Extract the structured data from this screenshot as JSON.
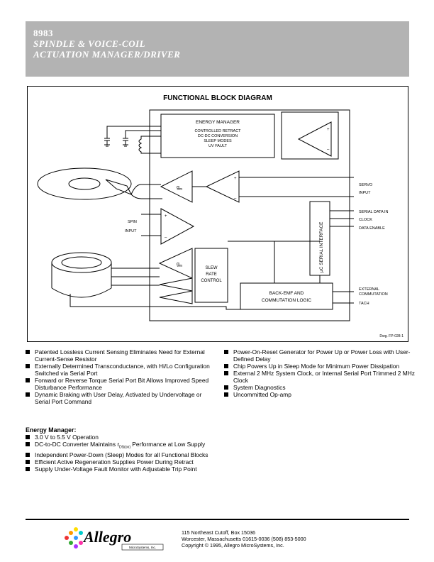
{
  "header": {
    "part_number": "8983",
    "title_line1": "SPINDLE & VOICE-COIL",
    "title_line2": "ACTUATION MANAGER/DRIVER"
  },
  "diagram": {
    "title": "FUNCTIONAL BLOCK DIAGRAM",
    "energy_manager": [
      "ENERGY MANAGER",
      "CONTROLLED RETRACT",
      "DC-DC CONVERSION",
      "SLEEP MODES",
      "UV FAULT"
    ],
    "gm_label": "g",
    "gm_sub": "m",
    "slew_rate": [
      "SLEW",
      "RATE",
      "CONTROL"
    ],
    "back_emf": [
      "BACK-EMF AND",
      "COMMUTATION LOGIC"
    ],
    "serial_interface": "µC SERIAL INTERFACE",
    "servo_input": [
      "SERVO",
      "INPUT"
    ],
    "spin_input": [
      "SPIN",
      "INPUT"
    ],
    "serial_data_in": "SERIAL DATA  IN",
    "clock": "CLOCK",
    "data_enable": "DATA ENABLE",
    "external_commutation": [
      "EXTERNAL",
      "COMMUTATION"
    ],
    "tach": "TACH",
    "plus": "+",
    "minus": "–",
    "drawing_number": "Dwg. FP-028-1"
  },
  "features_left": [
    "Patented Lossless Current Sensing Eliminates Need for External Current-Sense Resistor",
    "Externally Determined Transconductance, with Hi/Lo Configuration Switched via Serial Port",
    "Forward or Reverse Torque Serial Port Bit Allows Improved Speed Disturbance Performance",
    "Dynamic Braking with User Delay, Activated by Undervoltage or Serial Port Command"
  ],
  "features_right": [
    "Power-On-Reset Generator for Power Up or Power Loss with User-Defined Delay",
    "Chip Powers Up in Sleep Mode for Minimum Power Dissipation",
    "External 2 MHz System Clock, or Internal Serial Port Trimmed 2 MHz Clock",
    "System Diagnostics",
    "Uncommitted Op-amp"
  ],
  "energy_manager_section": {
    "heading": "Energy Manager:",
    "items": [
      "3.0 V to 5.5 V Operation",
      "DC-to-DC Converter Maintains r",
      "Independent Power-Down (Sleep) Modes for all Functional Blocks",
      "Efficient Active Regeneration Supplies Power During Retract",
      "Supply Under-Voltage Fault Monitor with Adjustable Trip Point"
    ],
    "rds_sub": "DS(on)",
    "rds_tail": " Performance at Low Supply"
  },
  "footer": {
    "logo_text": "Allegro",
    "logo_sub": "MicroSystems, Inc.",
    "address1": "115 Northeast Cutoff, Box 15036",
    "address2": "Worcester, Massachusetts 01615-0036  (508) 853-5000",
    "copyright": "Copyright © 1995, Allegro MicroSystems, Inc."
  }
}
